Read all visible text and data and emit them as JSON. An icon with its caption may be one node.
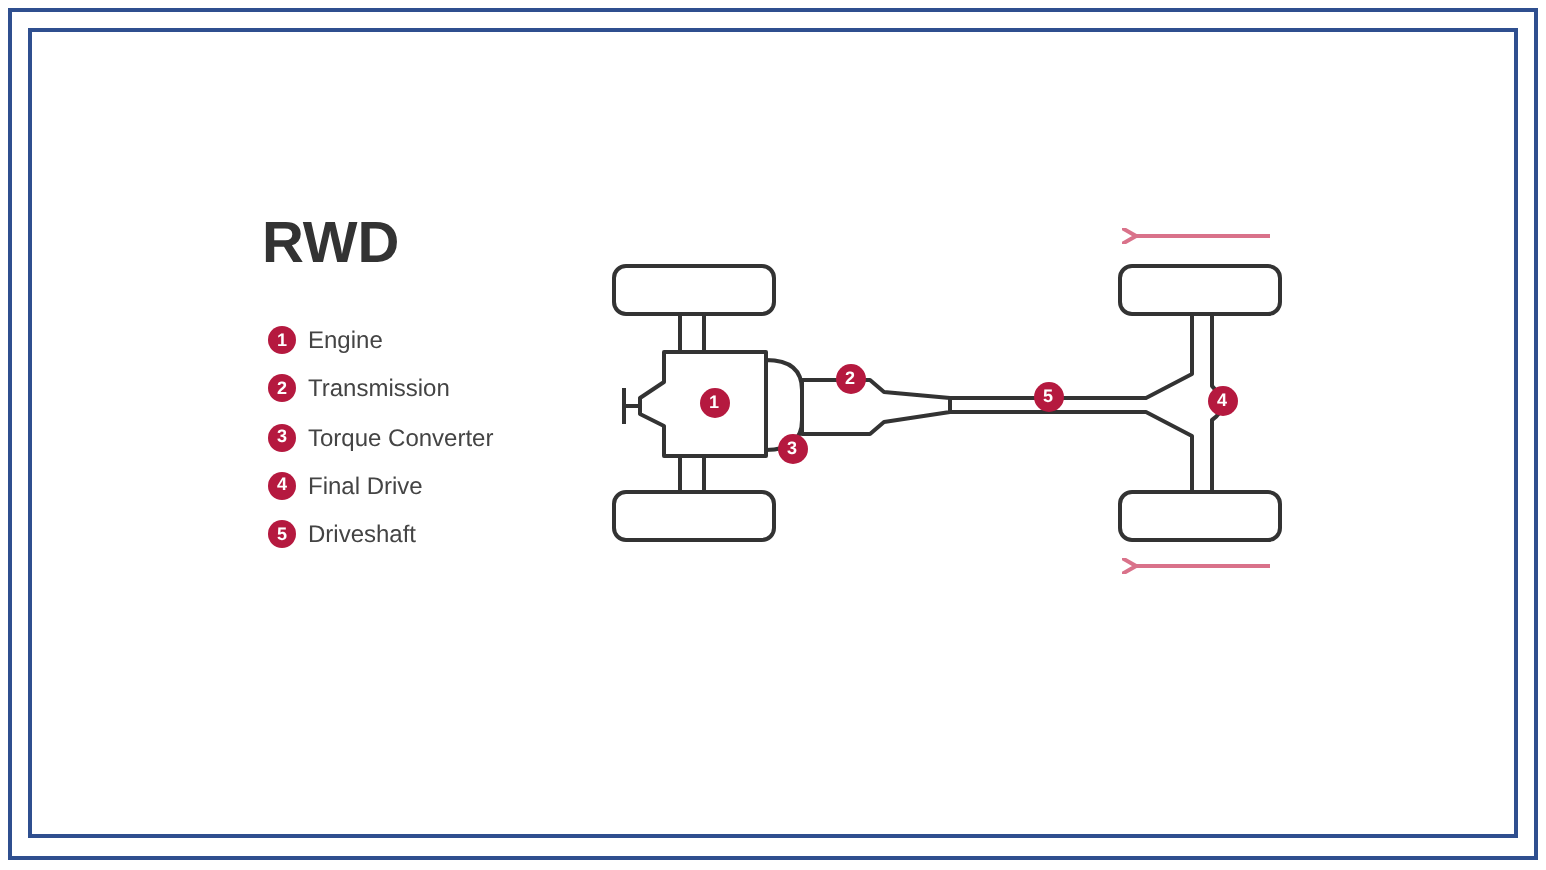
{
  "diagram": {
    "title": "RWD",
    "labels": [
      "1",
      "Engine",
      "2",
      "Transmission",
      "3",
      "Torque Converter",
      "4",
      "Final Drive",
      "5",
      "Driveshaft",
      "2",
      "1",
      "5",
      "4",
      "3"
    ]
  }
}
